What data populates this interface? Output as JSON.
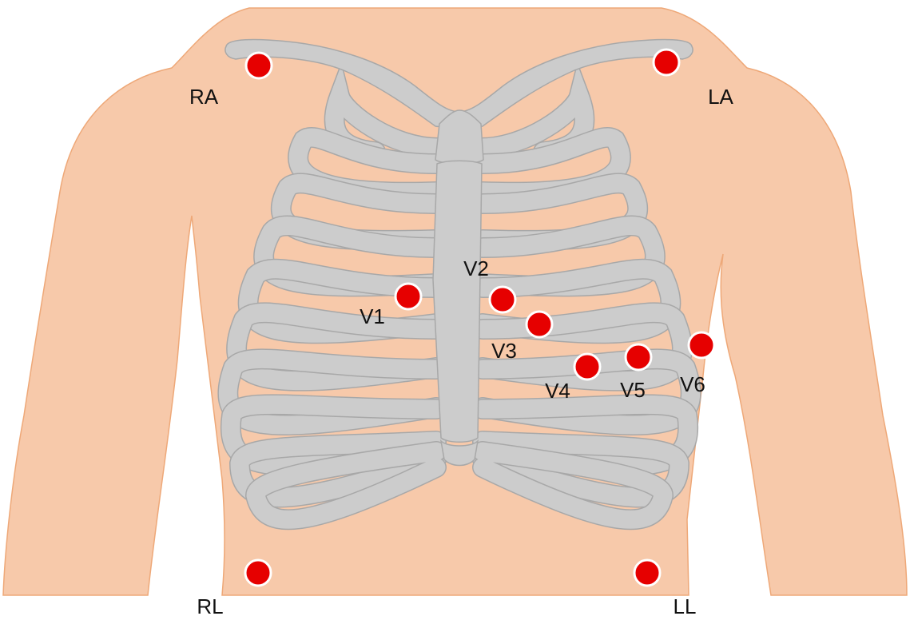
{
  "colors": {
    "background": "#ffffff",
    "skin": "#f7c9aa",
    "skin_outline": "#eea878",
    "bone": "#cccccc",
    "bone_outline": "#a8a8a8",
    "electrode": "#e60000",
    "electrode_ring": "#ffffff",
    "label": "#111111"
  },
  "electrodes": [
    {
      "id": "ra",
      "label": "RA"
    },
    {
      "id": "la",
      "label": "LA"
    },
    {
      "id": "v1",
      "label": "V1"
    },
    {
      "id": "v2",
      "label": "V2"
    },
    {
      "id": "v3",
      "label": "V3"
    },
    {
      "id": "v4",
      "label": "V4"
    },
    {
      "id": "v5",
      "label": "V5"
    },
    {
      "id": "v6",
      "label": "V6"
    },
    {
      "id": "rl",
      "label": "RL"
    },
    {
      "id": "ll",
      "label": "LL"
    }
  ]
}
